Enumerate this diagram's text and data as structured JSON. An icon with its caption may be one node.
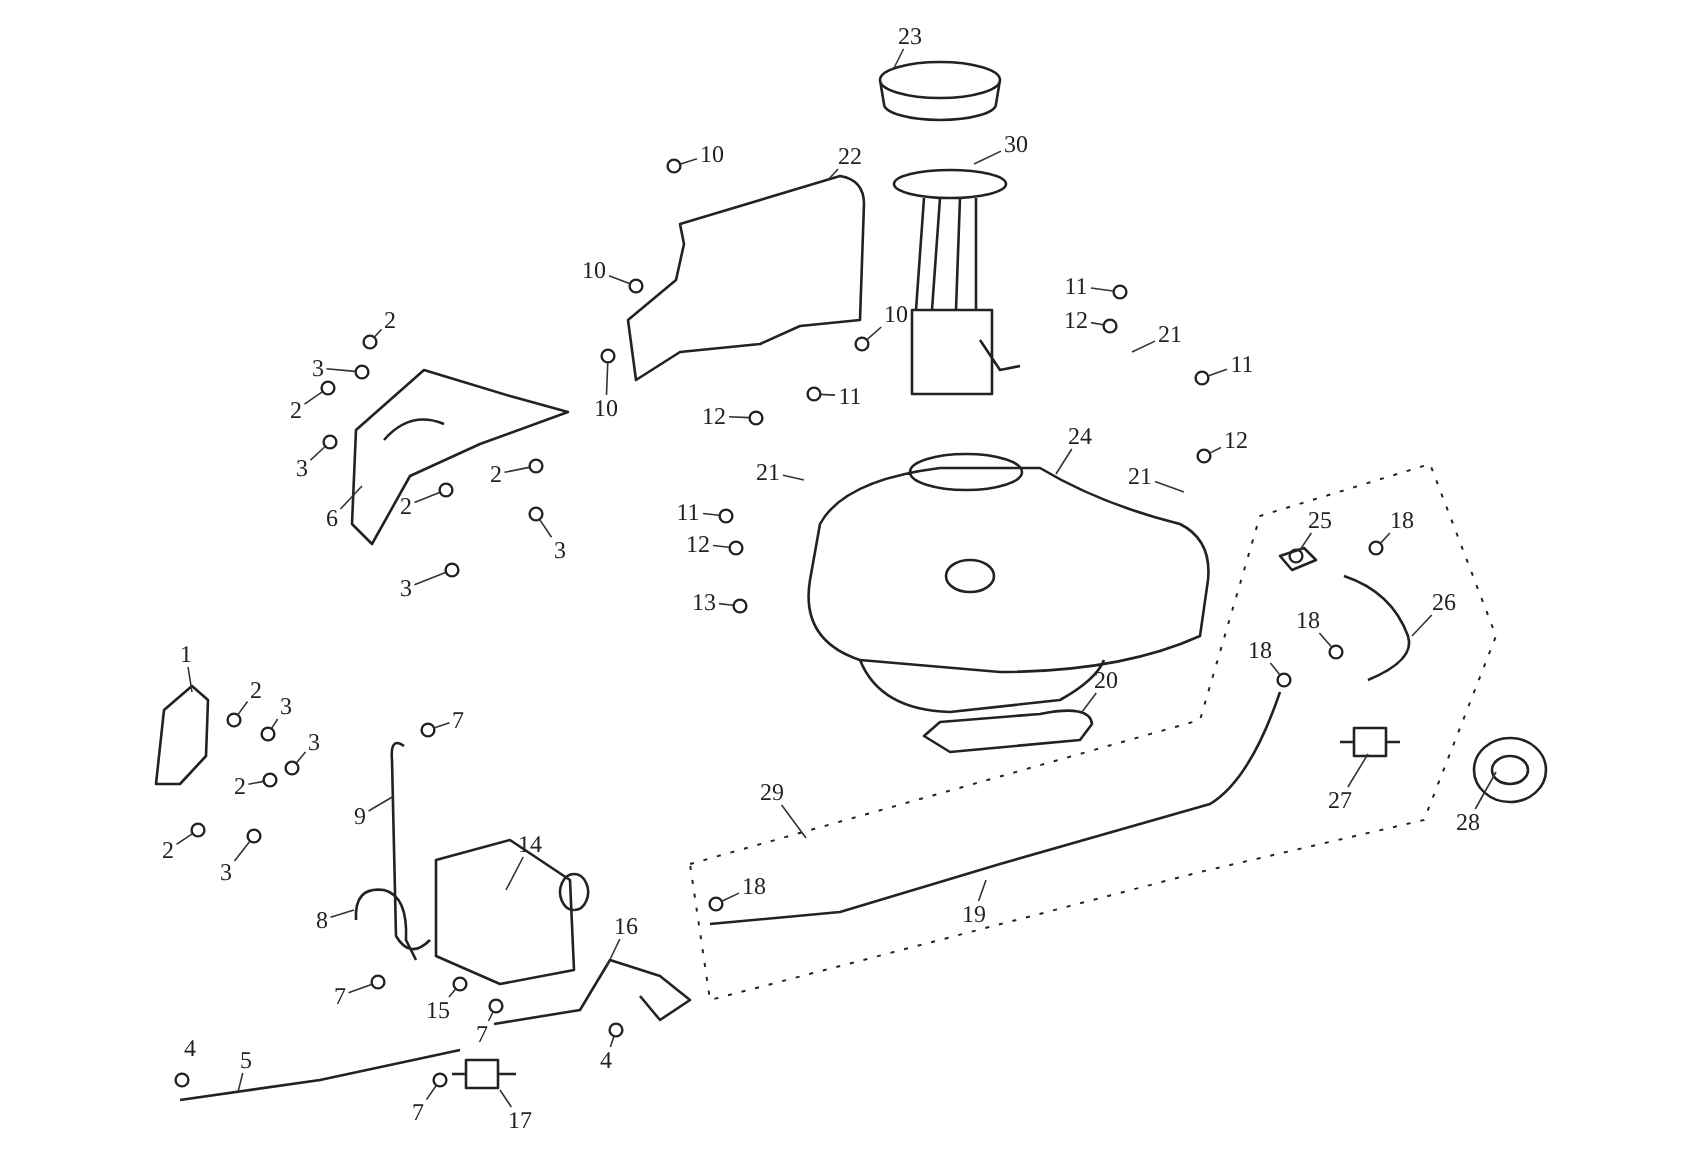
{
  "diagram": {
    "nodes": [
      {
        "text": [
          "23"
        ]
      },
      {
        "text": [
          "30"
        ]
      },
      {
        "text": [
          "22"
        ]
      },
      {
        "text": [
          "10"
        ]
      },
      {
        "text": [
          "10"
        ]
      },
      {
        "text": [
          "10"
        ]
      },
      {
        "text": [
          "10"
        ]
      },
      {
        "text": [
          "11"
        ]
      },
      {
        "text": [
          "12"
        ]
      },
      {
        "text": [
          "21"
        ]
      },
      {
        "text": [
          "11"
        ]
      },
      {
        "text": [
          "11"
        ]
      },
      {
        "text": [
          "12"
        ]
      },
      {
        "text": [
          "24"
        ]
      },
      {
        "text": [
          "12"
        ]
      },
      {
        "text": [
          "21"
        ]
      },
      {
        "text": [
          "21"
        ]
      },
      {
        "text": [
          "11"
        ]
      },
      {
        "text": [
          "12"
        ]
      },
      {
        "text": [
          "13"
        ]
      },
      {
        "text": [
          "2"
        ]
      },
      {
        "text": [
          "3"
        ]
      },
      {
        "text": [
          "2"
        ]
      },
      {
        "text": [
          "3"
        ]
      },
      {
        "text": [
          "6"
        ]
      },
      {
        "text": [
          "2"
        ]
      },
      {
        "text": [
          "2"
        ]
      },
      {
        "text": [
          "3"
        ]
      },
      {
        "text": [
          "3"
        ]
      },
      {
        "text": [
          "25"
        ]
      },
      {
        "text": [
          "18"
        ]
      },
      {
        "text": [
          "26"
        ]
      },
      {
        "text": [
          "18"
        ]
      },
      {
        "text": [
          "18"
        ]
      },
      {
        "text": [
          "27"
        ]
      },
      {
        "text": [
          "28"
        ]
      },
      {
        "text": [
          "20"
        ]
      },
      {
        "text": [
          "29"
        ]
      },
      {
        "text": [
          "18"
        ]
      },
      {
        "text": [
          "19"
        ]
      },
      {
        "text": [
          "1"
        ]
      },
      {
        "text": [
          "2"
        ]
      },
      {
        "text": [
          "3"
        ]
      },
      {
        "text": [
          "3"
        ]
      },
      {
        "text": [
          "2"
        ]
      },
      {
        "text": [
          "2"
        ]
      },
      {
        "text": [
          "3"
        ]
      },
      {
        "text": [
          "9"
        ]
      },
      {
        "text": [
          "7"
        ]
      },
      {
        "text": [
          "14"
        ]
      },
      {
        "text": [
          "8"
        ]
      },
      {
        "text": [
          "16"
        ]
      },
      {
        "text": [
          "7"
        ]
      },
      {
        "text": [
          "15"
        ]
      },
      {
        "text": [
          "7"
        ]
      },
      {
        "text": [
          "4"
        ]
      },
      {
        "text": [
          "5"
        ]
      },
      {
        "text": [
          "7"
        ]
      },
      {
        "text": [
          "17"
        ]
      }
    ],
    "edges": [
      {
        "from": 0,
        "to": null,
        "arrow": "none"
      },
      {
        "from": 1,
        "to": null,
        "arrow": "none"
      },
      {
        "from": 2,
        "to": null,
        "arrow": "none"
      },
      {
        "from": 3,
        "to": null,
        "arrow": "none"
      },
      {
        "from": 4,
        "to": null,
        "arrow": "none"
      },
      {
        "from": 5,
        "to": null,
        "arrow": "none"
      },
      {
        "from": 6,
        "to": null,
        "arrow": "none"
      },
      {
        "from": 7,
        "to": null,
        "arrow": "none"
      },
      {
        "from": 8,
        "to": null,
        "arrow": "none"
      },
      {
        "from": 9,
        "to": null,
        "arrow": "none"
      },
      {
        "from": 10,
        "to": null,
        "arrow": "none"
      },
      {
        "from": 11,
        "to": null,
        "arrow": "none"
      },
      {
        "from": 12,
        "to": null,
        "arrow": "none"
      },
      {
        "from": 13,
        "to": null,
        "arrow": "none"
      },
      {
        "from": 14,
        "to": null,
        "arrow": "none"
      },
      {
        "from": 15,
        "to": null,
        "arrow": "none"
      },
      {
        "from": 16,
        "to": null,
        "arrow": "none"
      },
      {
        "from": 17,
        "to": null,
        "arrow": "none"
      },
      {
        "from": 18,
        "to": null,
        "arrow": "none"
      },
      {
        "from": 19,
        "to": null,
        "arrow": "none"
      },
      {
        "from": 20,
        "to": null,
        "arrow": "none"
      },
      {
        "from": 21,
        "to": null,
        "arrow": "none"
      },
      {
        "from": 22,
        "to": null,
        "arrow": "none"
      },
      {
        "from": 23,
        "to": null,
        "arrow": "none"
      },
      {
        "from": 24,
        "to": null,
        "arrow": "none"
      },
      {
        "from": 25,
        "to": null,
        "arrow": "none"
      },
      {
        "from": 26,
        "to": null,
        "arrow": "none"
      },
      {
        "from": 27,
        "to": null,
        "arrow": "none"
      },
      {
        "from": 28,
        "to": null,
        "arrow": "none"
      },
      {
        "from": 29,
        "to": null,
        "arrow": "none"
      },
      {
        "from": 30,
        "to": null,
        "arrow": "none"
      },
      {
        "from": 31,
        "to": null,
        "arrow": "none"
      },
      {
        "from": 32,
        "to": null,
        "arrow": "none"
      },
      {
        "from": 33,
        "to": null,
        "arrow": "none"
      },
      {
        "from": 34,
        "to": null,
        "arrow": "none"
      },
      {
        "from": 35,
        "to": null,
        "arrow": "none"
      },
      {
        "from": 36,
        "to": null,
        "arrow": "none"
      },
      {
        "from": 37,
        "to": null,
        "arrow": "none"
      },
      {
        "from": 38,
        "to": null,
        "arrow": "none"
      },
      {
        "from": 39,
        "to": null,
        "arrow": "none"
      },
      {
        "from": 40,
        "to": null,
        "arrow": "none"
      },
      {
        "from": 41,
        "to": null,
        "arrow": "none"
      },
      {
        "from": 42,
        "to": null,
        "arrow": "none"
      },
      {
        "from": 43,
        "to": null,
        "arrow": "none"
      },
      {
        "from": 44,
        "to": null,
        "arrow": "none"
      },
      {
        "from": 45,
        "to": null,
        "arrow": "none"
      },
      {
        "from": 46,
        "to": null,
        "arrow": "none"
      },
      {
        "from": 47,
        "to": null,
        "arrow": "none"
      },
      {
        "from": 48,
        "to": null,
        "arrow": "none"
      },
      {
        "from": 49,
        "to": null,
        "arrow": "none"
      },
      {
        "from": 50,
        "to": null,
        "arrow": "none"
      },
      {
        "from": 51,
        "to": null,
        "arrow": "none"
      },
      {
        "from": 52,
        "to": null,
        "arrow": "none"
      },
      {
        "from": 53,
        "to": null,
        "arrow": "none"
      },
      {
        "from": 54,
        "to": null,
        "arrow": "none"
      },
      {
        "from": 55,
        "to": null,
        "arrow": "none"
      },
      {
        "from": 56,
        "to": null,
        "arrow": "none"
      },
      {
        "from": 57,
        "to": null,
        "arrow": "none"
      },
      {
        "from": 58,
        "to": null,
        "arrow": "none"
      }
    ],
    "labels": [
      "4"
    ]
  }
}
